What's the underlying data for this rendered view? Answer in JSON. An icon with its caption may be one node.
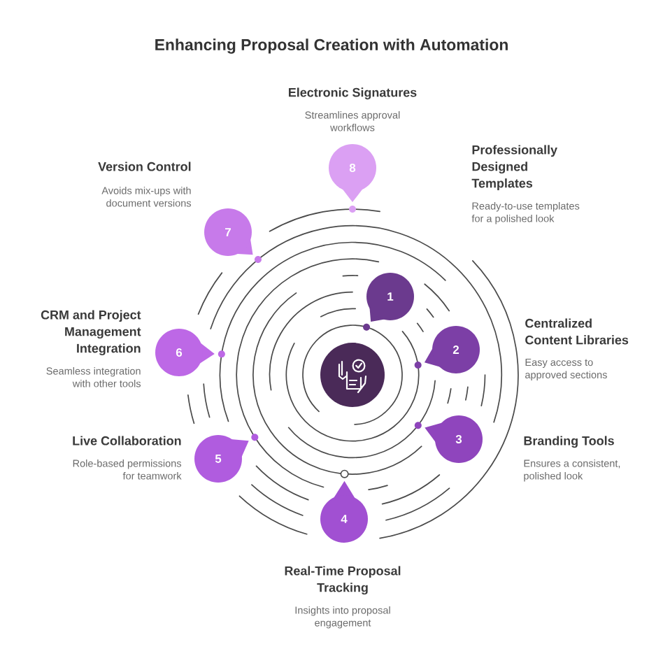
{
  "diagram": {
    "title": "Enhancing Proposal Creation with Automation",
    "nodes": [
      {
        "text": [
          "1"
        ],
        "beside": [
          "Professionally Designed Templates",
          "Ready-to-use templates for a polished look"
        ]
      },
      {
        "text": [
          "2"
        ],
        "beside": [
          "Centralized Content Libraries",
          "Easy access to approved sections"
        ]
      },
      {
        "text": [
          "3"
        ],
        "beside": [
          "Branding Tools",
          "Ensures a consistent, polished look"
        ]
      },
      {
        "text": [
          "4"
        ],
        "beside": [
          "Real-Time Proposal Tracking",
          "Insights into proposal engagement"
        ]
      },
      {
        "text": [
          "5"
        ],
        "beside": [
          "Live Collaboration",
          "Role-based permissions for teamwork"
        ]
      },
      {
        "text": [
          "6"
        ],
        "beside": [
          "CRM and Project Management Integration",
          "Seamless integration with other tools"
        ]
      },
      {
        "text": [
          "7"
        ],
        "beside": [
          "Version Control",
          "Avoids mix-ups with document versions"
        ]
      },
      {
        "text": [
          "8"
        ],
        "beside": [
          "Electronic Signatures",
          "Streamlines approval workflows"
        ]
      },
      {
        "text": [],
        "shape": "circle"
      }
    ]
  }
}
